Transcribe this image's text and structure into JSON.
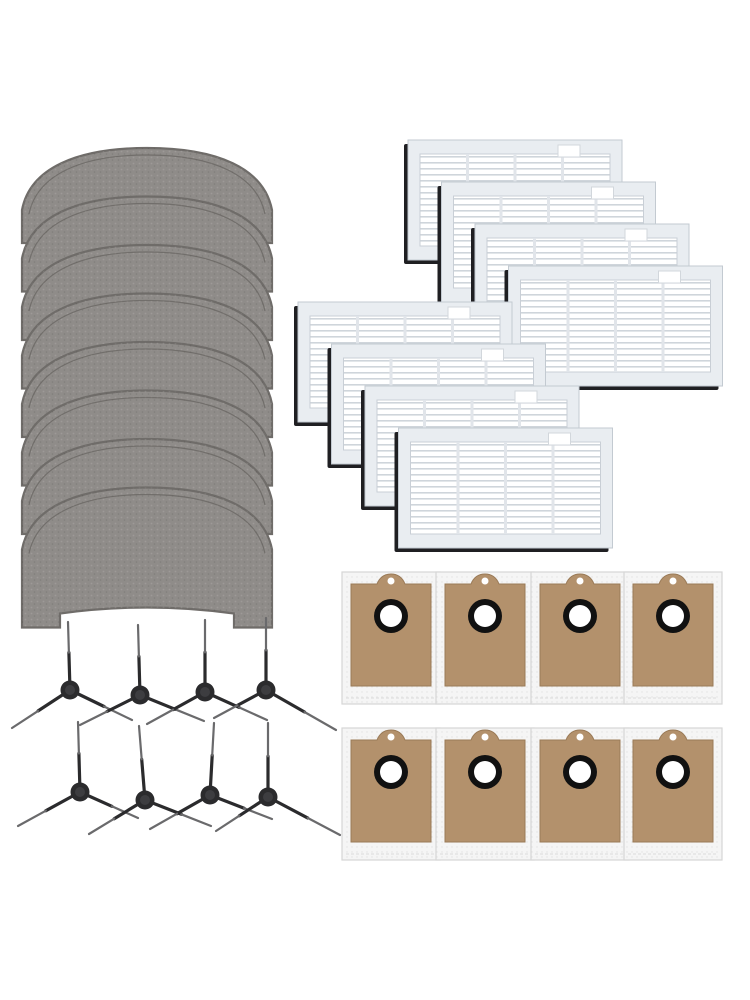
{
  "background_color": "#ffffff",
  "groups": {
    "mop_pads": {
      "count": 8,
      "color": "#8f8c89",
      "edge_color": "#6f6c69",
      "icon": "mop-pad-icon"
    },
    "hepa_filters": {
      "count": 8,
      "frame_color": "#e9edf1",
      "pleat_color": "#c9cfd6",
      "foam_color": "#1f1f22",
      "icon": "hepa-filter-icon"
    },
    "side_brushes": {
      "count": 8,
      "arm_color": "#2b2b2d",
      "bristle_color": "#6a6a6c",
      "icon": "side-brush-icon"
    },
    "dust_bags": {
      "count": 8,
      "card_color": "#b3916c",
      "bag_color": "#f4f4f4",
      "seal_color": "#111111",
      "icon": "dust-bag-icon"
    }
  }
}
